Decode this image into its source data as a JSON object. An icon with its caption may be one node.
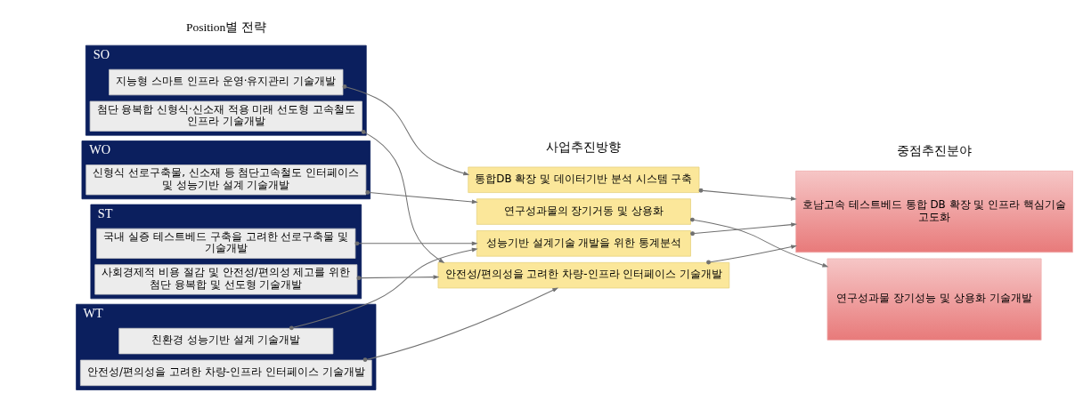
{
  "diagram": {
    "nodes": [
      {
        "text": [
          "SO"
        ]
      },
      {
        "text": [
          "첨단 융복합 신형식·신소재 적용 미래 선도형 고속철도 인프라 기술개발"
        ],
        "in": 0
      },
      {
        "text": [
          "지능형 스마트 인프라 운영·유지관리 기술개발"
        ],
        "in": 0
      },
      {
        "text": [
          "ST"
        ]
      },
      {
        "text": [
          "사회경제적 비용 절감 및 안전성/편의성 제고를 위한 첨단 융복합 및 선도형 기술개발"
        ],
        "in": 3
      },
      {
        "text": [
          "국내 실증 테스트베드 구축을 고려한 선로구축물 및 기술개발"
        ],
        "in": 3
      },
      {
        "text": [
          "WO"
        ]
      },
      {
        "text": [
          "신형식 선로구축물, 신소재 등 첨단고속철도 인터페이스 및 성능기반 설계 기술개발"
        ],
        "in": 6
      },
      {
        "text": [
          "WT"
        ]
      },
      {
        "text": [
          "안전성/편의성을 고려한 차량-인프라 인터페이스 기술개발"
        ],
        "in": 8
      },
      {
        "text": [
          "친환경 성능기반 설계 기술개발"
        ],
        "in": 8
      },
      {
        "text": [
          "통합DB 확장 및 데이터기반 분석 시스템 구축"
        ]
      },
      {
        "text": [
          "연구성과물의 장기거동 및 상용화"
        ]
      },
      {
        "text": [
          "성능기반 설계기술 개발을 위한 통계분석"
        ]
      },
      {
        "text": [
          "안전성/편의성을 고려한 차량-인프라 인터페이스 기술개발"
        ]
      },
      {
        "text": [
          "호남고속 테스트베드 통합 DB 확장 및 인프라 핵심기술 고도화"
        ]
      },
      {
        "text": [
          "연구성과물 장기성능 및 상용화 기술개발"
        ]
      }
    ],
    "edges": [
      {
        "from": 1,
        "to": 14,
        "arrow": "to"
      },
      {
        "from": 2,
        "to": 11,
        "arrow": "to"
      },
      {
        "from": 4,
        "to": 14,
        "arrow": "to"
      },
      {
        "from": 5,
        "to": 13,
        "arrow": "to"
      },
      {
        "from": 7,
        "to": 12,
        "arrow": "to"
      },
      {
        "from": 9,
        "to": 14,
        "arrow": "to"
      },
      {
        "from": 10,
        "to": 13,
        "arrow": "to"
      },
      {
        "from": 11,
        "to": 15,
        "arrow": "to"
      },
      {
        "from": 12,
        "to": 16,
        "arrow": "to"
      },
      {
        "from": 13,
        "to": 15,
        "arrow": "to"
      },
      {
        "from": 14,
        "to": 15,
        "arrow": "to"
      }
    ],
    "labels": [
      "Position별 전략",
      "사업추진방향",
      "중점추진분야"
    ]
  }
}
